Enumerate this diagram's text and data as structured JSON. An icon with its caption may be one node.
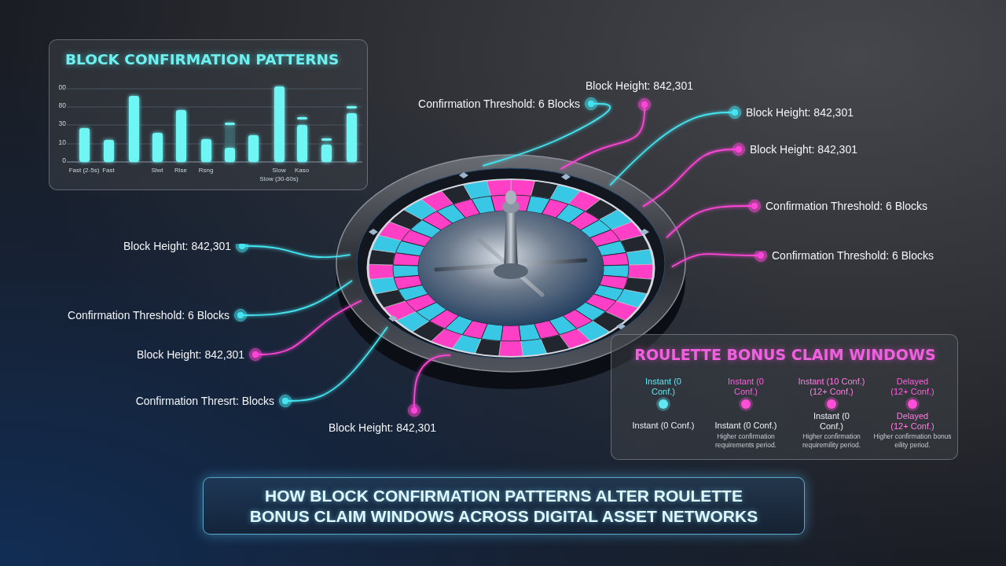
{
  "diagram": {
    "title": "HOW BLOCK CONFIRMATION PATTERNS ALTER ROULETTE BONUS CLAIM WINDOWS ACROSS DIGITAL ASSET NETWORKS",
    "nodes": [
      {
        "text": [
          "BLOCK CONFIRMATION PATTERNS"
        ]
      },
      {
        "text": [],
        "shape": "picture"
      },
      {
        "text": [
          "Block Height: 842,301"
        ]
      },
      {
        "text": [
          "Confirmation Threshold: 6 Blocks"
        ]
      },
      {
        "text": [
          "Block Height: 842,301"
        ]
      },
      {
        "text": [
          "Block Height: 842,301"
        ]
      },
      {
        "text": [
          "Confirmation Threshold: 6 Blocks"
        ]
      },
      {
        "text": [
          "Block Height: 842,301"
        ]
      },
      {
        "text": [
          "Confirmation Threshold: 6 Blocks"
        ]
      },
      {
        "text": [
          "Confirmation Threshold: 6 Blocks"
        ]
      },
      {
        "text": [
          "Block Height: 842,301"
        ]
      },
      {
        "text": [
          "Confirmation Thresrt: Blocks"
        ]
      },
      {
        "text": [
          "Block Height: 842,301"
        ]
      },
      {
        "text": [
          "ROULETTE BONUS CLAIM WINDOWS",
          "Instant (0 Conf.)",
          "Instant (0 Conf.)",
          "Instant (10 Conf.) (12+ Conf.)",
          "Delayed (12+ Conf.)",
          "Instant (0 Conf.)",
          "Instant (0 Conf.)",
          "Higher confirmation requirements period.",
          "Instant (0 Conf.)",
          "Higher confirmation requiremility period.",
          "Delayed (12+ Conf.)",
          "Higher confirmation bonus eility period."
        ]
      }
    ],
    "edges": [
      {
        "from": 2,
        "to": 1,
        "arrow": "other",
        "color": "#ff45d8"
      },
      {
        "from": 3,
        "to": 1,
        "arrow": "other",
        "color": "#45e4f0"
      },
      {
        "from": 4,
        "to": 1,
        "arrow": "other",
        "color": "#45e4f0"
      },
      {
        "from": 5,
        "to": 1,
        "arrow": "other",
        "color": "#ff45d8"
      },
      {
        "from": 6,
        "to": 1,
        "arrow": "other",
        "color": "#ff45d8"
      },
      {
        "from": 7,
        "to": 1,
        "arrow": "other",
        "color": "#45e4f0"
      },
      {
        "from": 8,
        "to": 1,
        "arrow": "other",
        "color": "#ff45d8"
      },
      {
        "from": 9,
        "to": 1,
        "arrow": "other",
        "color": "#45e4f0"
      },
      {
        "from": 10,
        "to": 1,
        "arrow": "other",
        "color": "#ff45d8"
      },
      {
        "from": 11,
        "to": 1,
        "arrow": "other",
        "color": "#45e4f0"
      },
      {
        "from": 12,
        "to": 1,
        "arrow": "other",
        "color": "#ff45d8"
      }
    ],
    "labels": [
      "00",
      "80",
      "30",
      "10",
      "0",
      "Fast (2-5s)",
      "Fast",
      "Slwt",
      "Rise",
      "Rsng",
      "Slow",
      "Kaso",
      "Slow (30-60s)"
    ]
  }
}
